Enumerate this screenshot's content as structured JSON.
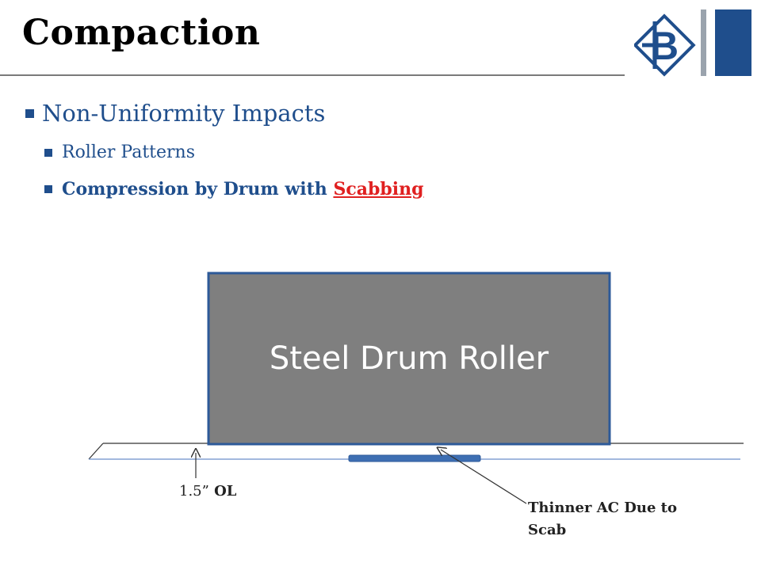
{
  "slide": {
    "title": "Compaction",
    "bullets": {
      "level1": "Non-Uniformity Impacts",
      "level2_first": "Roller Patterns",
      "level2_second_prefix": "Compression by Drum with ",
      "level2_second_highlight": "Scabbing"
    }
  },
  "diagram": {
    "roller_label": "Steel Drum Roller",
    "overlay_label_number": "1.5”",
    "overlay_label_suffix": "OL",
    "scab_label": "Thinner AC Due to Scab"
  },
  "colors": {
    "accent_blue": "#1f4e8c",
    "highlight_red": "#e02020",
    "roller_fill": "#7f7f7f",
    "roller_border": "#2d5a99",
    "scab_fill": "#3e6fb3"
  },
  "icons": [
    "company-logo-icon",
    "arrow-up-icon",
    "arrow-diagonal-icon"
  ]
}
